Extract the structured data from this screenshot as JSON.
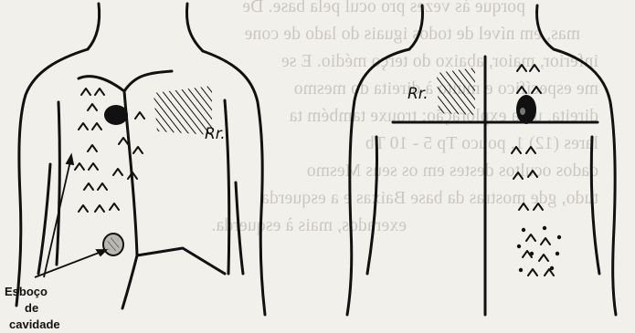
{
  "figure": {
    "left_label": "Rr.",
    "right_label": "Rr.",
    "caption_lines": [
      "Esboço",
      "de",
      "cavidade"
    ]
  },
  "bleed_through": {
    "lines": [
      "porque às vezes pro ocul pela base. De",
      "mas, em nível de todos iguais do lado de cone",
      "inferior, maior, abaixo do terço médio. E se",
      "me específico e muito à direita do mesmo",
      "direita, uma exploração; trouxe também ta",
      "lares (12) 1. pouco Tp 5 - 10 Tb",
      "dados ocultos destes em os seus Mesmo",
      "tudo, gde mostras da base Baixas e a esquerda",
      "exerados, mais à esquerda."
    ]
  }
}
